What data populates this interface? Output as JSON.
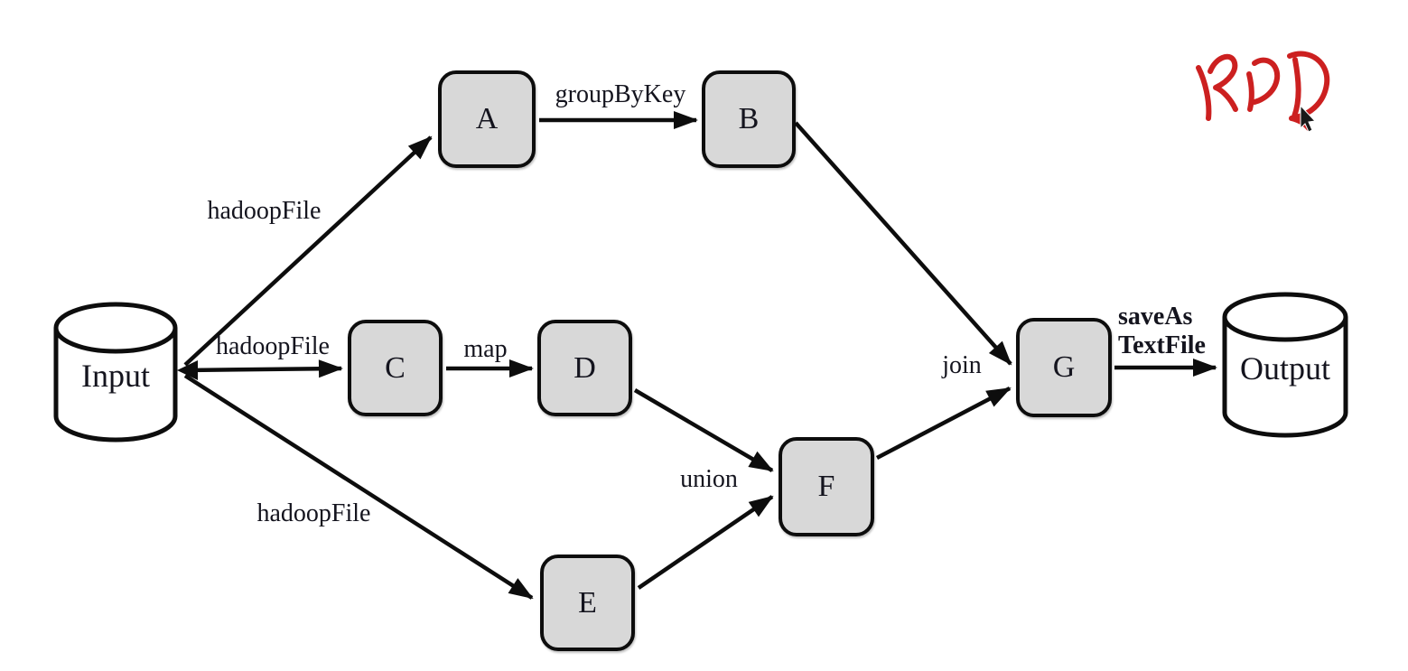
{
  "diagram": {
    "input": {
      "label": "Input"
    },
    "output": {
      "label": "Output"
    },
    "nodes": {
      "a": "A",
      "b": "B",
      "c": "C",
      "d": "D",
      "e": "E",
      "f": "F",
      "g": "G"
    },
    "edge_labels": {
      "input_to_a": "hadoopFile",
      "input_to_c": "hadoopFile",
      "input_to_e": "hadoopFile",
      "a_to_b": "groupByKey",
      "c_to_d": "map",
      "d_e_to_f": "union",
      "b_f_to_g": "join",
      "g_to_output_line1": "saveAs",
      "g_to_output_line2": "TextFile"
    },
    "edges": [
      {
        "from": "Input",
        "to": "A",
        "operation": "hadoopFile"
      },
      {
        "from": "Input",
        "to": "C",
        "operation": "hadoopFile"
      },
      {
        "from": "Input",
        "to": "E",
        "operation": "hadoopFile"
      },
      {
        "from": "A",
        "to": "B",
        "operation": "groupByKey"
      },
      {
        "from": "C",
        "to": "D",
        "operation": "map"
      },
      {
        "from": "D",
        "to": "F",
        "operation": "union"
      },
      {
        "from": "E",
        "to": "F",
        "operation": "union"
      },
      {
        "from": "B",
        "to": "G",
        "operation": "join"
      },
      {
        "from": "F",
        "to": "G",
        "operation": "join"
      },
      {
        "from": "G",
        "to": "Output",
        "operation": "saveAsTextFile"
      }
    ],
    "annotation": {
      "text": "RDD",
      "color": "#cc2020"
    },
    "colors": {
      "node_fill": "#d8d8d8",
      "stroke": "#0d0d0d",
      "background": "#ffffff",
      "annotation_red": "#cc2020"
    }
  }
}
